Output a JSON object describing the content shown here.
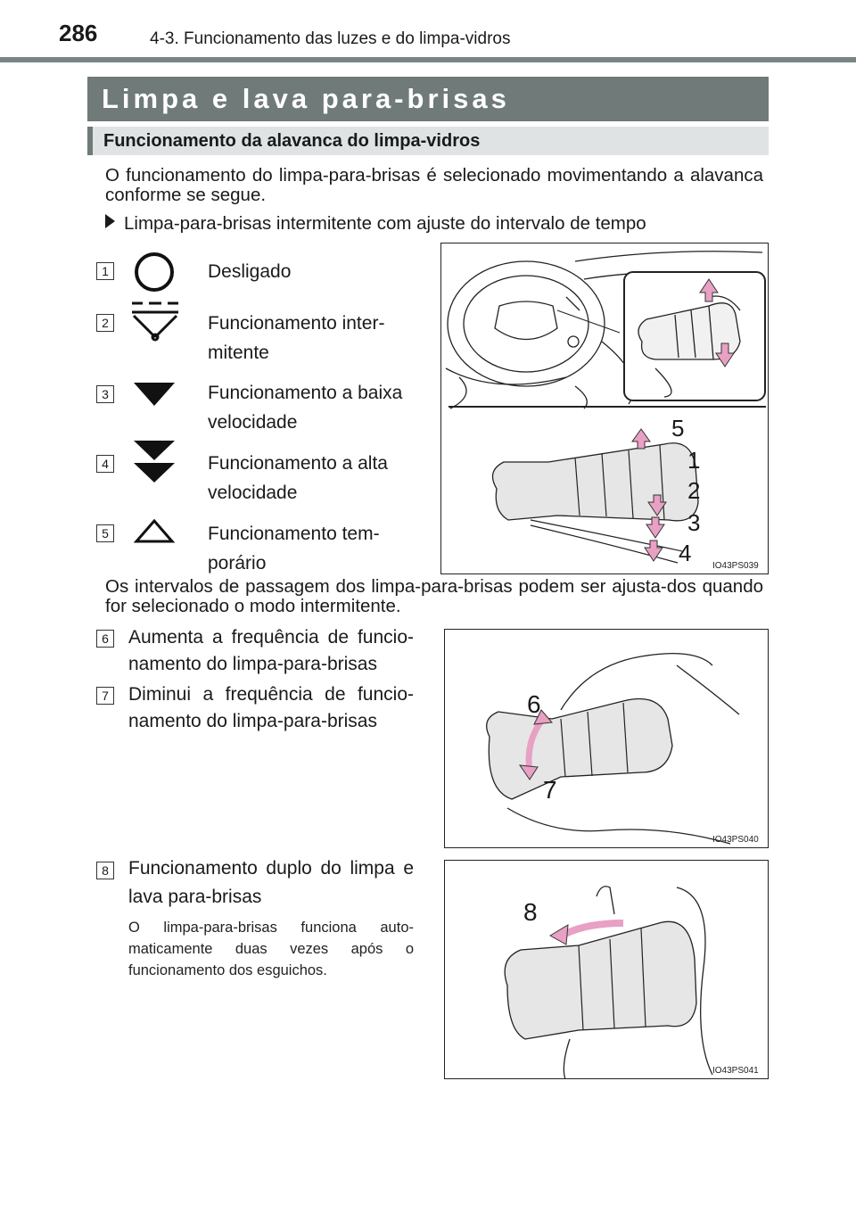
{
  "header": {
    "page_number": "286",
    "running_title": "4-3. Funcionamento das luzes e do limpa-vidros"
  },
  "section": {
    "title": "Limpa e lava para-brisas",
    "subtitle": "Funcionamento da alavanca do limpa-vidros"
  },
  "intro": "O funcionamento do limpa-para-brisas é selecionado movimentando a alavanca conforme se segue.",
  "bullet": "Limpa-para-brisas intermitente com ajuste do intervalo de tempo",
  "positions": [
    {
      "num": "1",
      "label": "Desligado",
      "icon": "circle-off-icon"
    },
    {
      "num": "2",
      "label": "Funcionamento inter-mitente",
      "icon": "intermittent-wiper-icon"
    },
    {
      "num": "3",
      "label": "Funcionamento a baixa velocidade",
      "icon": "low-speed-triangle-icon"
    },
    {
      "num": "4",
      "label": "Funcionamento a alta velocidade",
      "icon": "high-speed-double-triangle-icon"
    },
    {
      "num": "5",
      "label": "Funcionamento tem-porário",
      "icon": "mist-triangle-outline-icon"
    }
  ],
  "explanation": "Os intervalos de passagem dos limpa-para-brisas podem ser ajusta-dos quando for selecionado o modo intermitente.",
  "adjust_items": [
    {
      "num": "6",
      "label": "Aumenta a frequência de funcio-namento do limpa-para-brisas"
    },
    {
      "num": "7",
      "label": "Diminui a frequência de funcio-namento do limpa-para-brisas"
    }
  ],
  "washer_item": {
    "num": "8",
    "label": "Funcionamento duplo do limpa e lava para-brisas",
    "note": "O limpa-para-brisas funciona auto-maticamente duas vezes após o funcionamento dos esguichos."
  },
  "figures": [
    {
      "code": "IO43PS039",
      "callouts": [
        "5",
        "1",
        "2",
        "3",
        "4"
      ]
    },
    {
      "code": "IO43PS040",
      "callouts": [
        "6",
        "7"
      ]
    },
    {
      "code": "IO43PS041",
      "callouts": [
        "8"
      ]
    }
  ],
  "colors": {
    "header_bar": "#6f7a79",
    "arrow": "#e8a0c4",
    "subtitle_bg": "#dfe3e3"
  }
}
